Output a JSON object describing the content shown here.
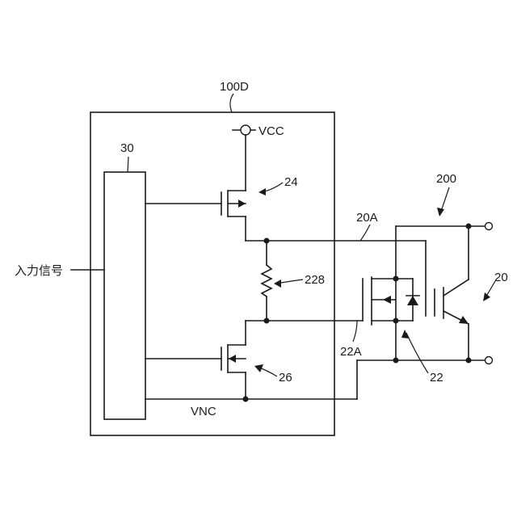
{
  "labels": {
    "module": "100D",
    "controller": "30",
    "vcc": "VCC",
    "vnc": "VNC",
    "upper_transistor": "24",
    "lower_transistor": "26",
    "resistor": "228",
    "gate_line": "20A",
    "clamp_gate_line": "22A",
    "clamp_device": "22",
    "power_module": "200",
    "power_device": "20",
    "input_signal": "入力信号"
  }
}
